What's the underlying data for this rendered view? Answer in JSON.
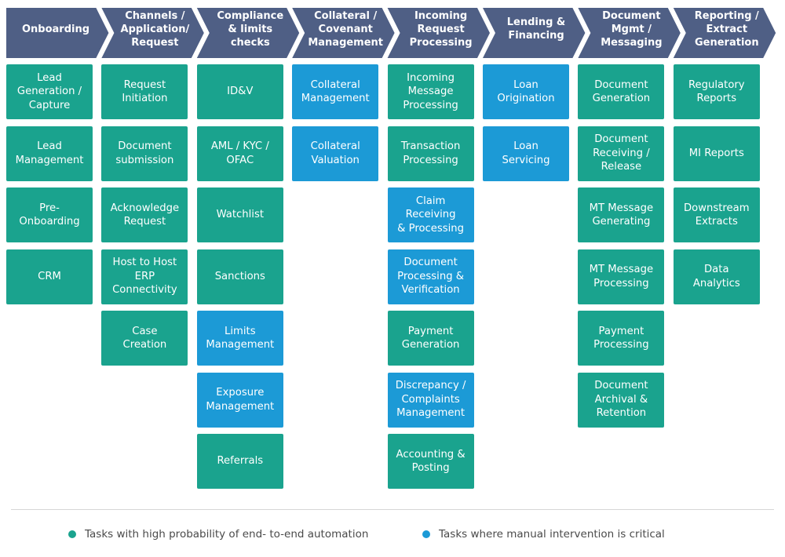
{
  "colors": {
    "header": "#4f5f85",
    "automation": "#1aa38e",
    "manual": "#1c9ad6"
  },
  "columns": [
    {
      "header": "Onboarding",
      "tasks": [
        {
          "label": "Lead\nGeneration /\nCapture",
          "type": "automation"
        },
        {
          "label": "Lead\nManagement",
          "type": "automation"
        },
        {
          "label": "Pre-\nOnboarding",
          "type": "automation"
        },
        {
          "label": "CRM",
          "type": "automation"
        }
      ]
    },
    {
      "header": "Channels /\nApplication/\nRequest",
      "tasks": [
        {
          "label": "Request\nInitiation",
          "type": "automation"
        },
        {
          "label": "Document\nsubmission",
          "type": "automation"
        },
        {
          "label": "Acknowledge\nRequest",
          "type": "automation"
        },
        {
          "label": "Host to Host\nERP\nConnectivity",
          "type": "automation"
        },
        {
          "label": "Case\nCreation",
          "type": "automation"
        }
      ]
    },
    {
      "header": "Compliance\n& limits\nchecks",
      "tasks": [
        {
          "label": "ID&V",
          "type": "automation"
        },
        {
          "label": "AML / KYC /\nOFAC",
          "type": "automation"
        },
        {
          "label": "Watchlist",
          "type": "automation"
        },
        {
          "label": "Sanctions",
          "type": "automation"
        },
        {
          "label": "Limits\nManagement",
          "type": "manual"
        },
        {
          "label": "Exposure\nManagement",
          "type": "manual"
        },
        {
          "label": "Referrals",
          "type": "automation"
        }
      ]
    },
    {
      "header": "Collateral /\nCovenant\nManagement",
      "tasks": [
        {
          "label": "Collateral\nManagement",
          "type": "manual"
        },
        {
          "label": "Collateral\nValuation",
          "type": "manual"
        }
      ]
    },
    {
      "header": "Incoming\nRequest\nProcessing",
      "tasks": [
        {
          "label": "Incoming\nMessage\nProcessing",
          "type": "automation"
        },
        {
          "label": "Transaction\nProcessing",
          "type": "automation"
        },
        {
          "label": "Claim\nReceiving\n& Processing",
          "type": "manual"
        },
        {
          "label": "Document\nProcessing &\nVerification",
          "type": "manual"
        },
        {
          "label": "Payment\nGeneration",
          "type": "automation"
        },
        {
          "label": "Discrepancy /\nComplaints\nManagement",
          "type": "manual"
        },
        {
          "label": "Accounting &\nPosting",
          "type": "automation"
        }
      ]
    },
    {
      "header": "Lending &\nFinancing",
      "tasks": [
        {
          "label": "Loan\nOrigination",
          "type": "manual"
        },
        {
          "label": "Loan\nServicing",
          "type": "manual"
        }
      ]
    },
    {
      "header": "Document\nMgmt /\nMessaging",
      "tasks": [
        {
          "label": "Document\nGeneration",
          "type": "automation"
        },
        {
          "label": "Document\nReceiving /\nRelease",
          "type": "automation"
        },
        {
          "label": "MT Message\nGenerating",
          "type": "automation"
        },
        {
          "label": "MT Message\nProcessing",
          "type": "automation"
        },
        {
          "label": "Payment\nProcessing",
          "type": "automation"
        },
        {
          "label": "Document\nArchival &\nRetention",
          "type": "automation"
        }
      ]
    },
    {
      "header": "Reporting /\nExtract\nGeneration",
      "tasks": [
        {
          "label": "Regulatory\nReports",
          "type": "automation"
        },
        {
          "label": "MI Reports",
          "type": "automation"
        },
        {
          "label": "Downstream\nExtracts",
          "type": "automation"
        },
        {
          "label": "Data\nAnalytics",
          "type": "automation"
        }
      ]
    }
  ],
  "legend": {
    "automation": "Tasks with high probability of end- to-end automation",
    "manual": "Tasks where manual intervention is critical"
  }
}
